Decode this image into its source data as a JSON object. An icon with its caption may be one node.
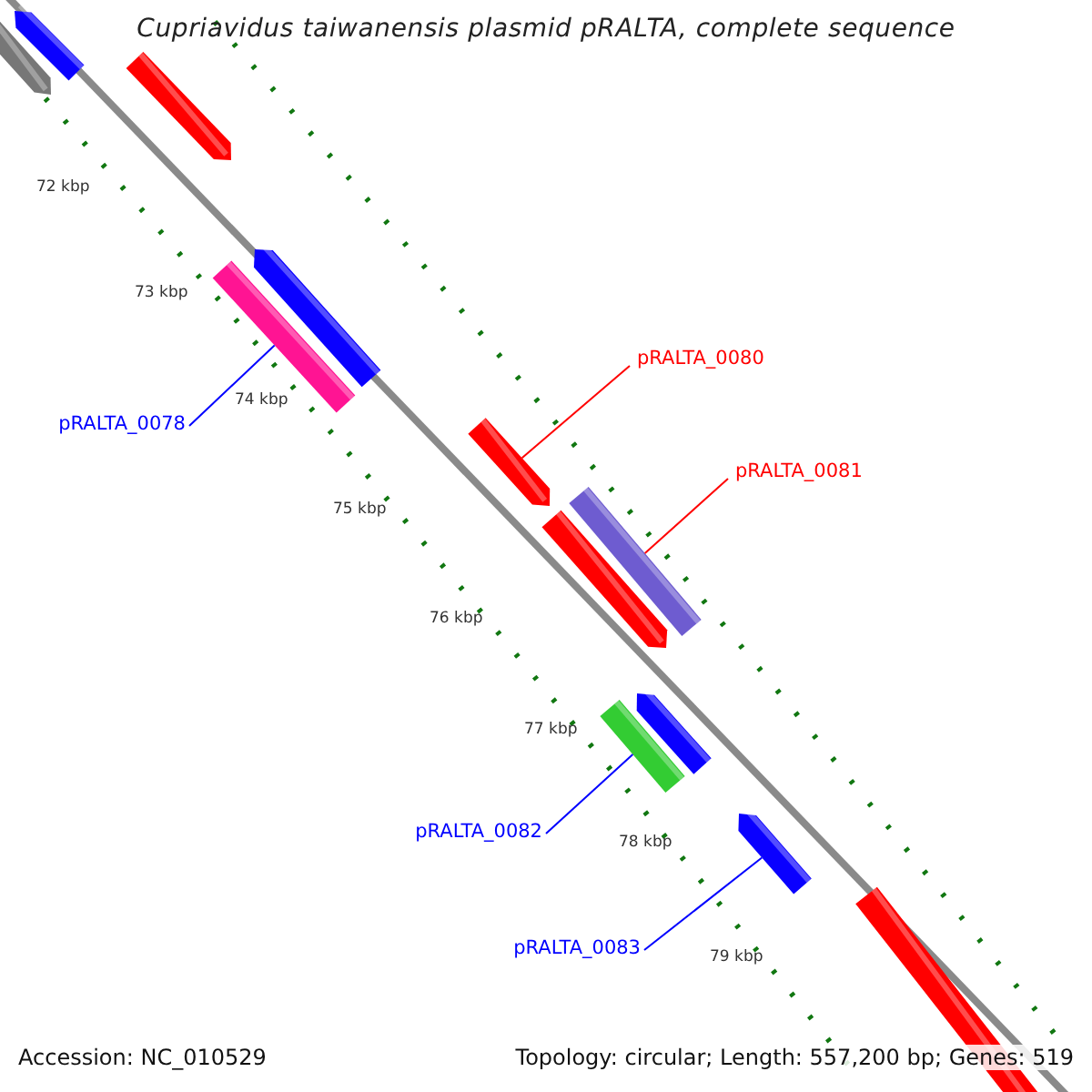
{
  "diagram": {
    "title": "Cupriavidus taiwanensis plasmid pRALTA, complete sequence",
    "nodes": [
      {
        "text": [],
        "shape": "bar"
      },
      {
        "text": [],
        "shape": "bar"
      },
      {
        "text": [],
        "shape": "bar"
      },
      {
        "text": [],
        "shape": "bar"
      },
      {
        "text": [],
        "shape": "bar"
      },
      {
        "text": [
          "pRALTA_0078"
        ]
      },
      {
        "text": [
          "pRALTA_0080"
        ]
      },
      {
        "text": [],
        "shape": "bar"
      },
      {
        "text": [
          "pRALTA_0081"
        ]
      },
      {
        "text": [],
        "shape": "bar"
      },
      {
        "text": [],
        "shape": "bar"
      },
      {
        "text": [],
        "shape": "bar"
      },
      {
        "text": [],
        "shape": "bar"
      },
      {
        "text": [
          "pRALTA_0082"
        ]
      },
      {
        "text": [],
        "shape": "bar"
      },
      {
        "text": [
          "pRALTA_0083"
        ]
      },
      {
        "text": [],
        "shape": "bar"
      }
    ],
    "edges": [
      {
        "from": 5,
        "to": 4,
        "arrow": "none"
      },
      {
        "from": 6,
        "to": 7,
        "arrow": "none",
        "color": "#ff0000"
      },
      {
        "from": 8,
        "to": 9,
        "arrow": "none",
        "color": "#ff0000"
      },
      {
        "from": 13,
        "to": 11,
        "arrow": "none"
      },
      {
        "from": 15,
        "to": 14,
        "arrow": "none"
      }
    ],
    "labels": [
      "72 kbp",
      "73 kbp",
      "74 kbp",
      "75 kbp",
      "76 kbp",
      "77 kbp",
      "78 kbp",
      "79 kbp",
      "Accession: NC_010529",
      "Topology: circular; Length: 557,200 bp; Genes: 519"
    ]
  }
}
